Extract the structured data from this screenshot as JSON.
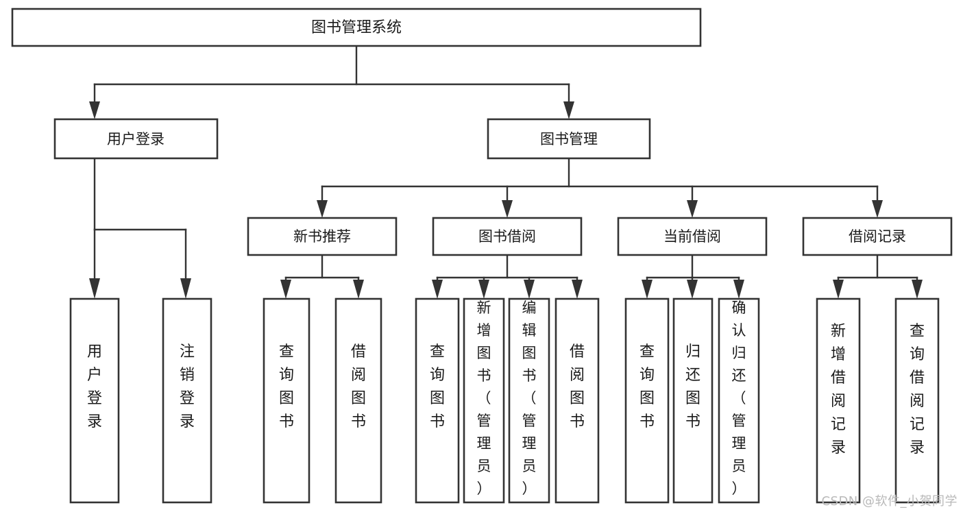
{
  "diagram": {
    "type": "tree",
    "title": "图书管理系统",
    "watermark": "CSDN @软件_小贺同学",
    "orientation": "top-down",
    "levels": 4,
    "nodes": {
      "root": {
        "label": "图书管理系统",
        "level": 1
      },
      "l2_a": {
        "label": "用户登录",
        "level": 2
      },
      "l2_b": {
        "label": "图书管理",
        "level": 2
      },
      "l3_a": {
        "label": "新书推荐",
        "level": 3
      },
      "l3_b": {
        "label": "图书借阅",
        "level": 3
      },
      "l3_c": {
        "label": "当前借阅",
        "level": 3
      },
      "l3_d": {
        "label": "借阅记录",
        "level": 3
      },
      "leaf_1": {
        "label": "用户登录",
        "level": 4,
        "parent": "用户登录"
      },
      "leaf_2": {
        "label": "注销登录",
        "level": 4,
        "parent": "用户登录"
      },
      "leaf_3": {
        "label": "查询图书",
        "level": 4,
        "parent": "新书推荐"
      },
      "leaf_4": {
        "label": "借阅图书",
        "level": 4,
        "parent": "新书推荐"
      },
      "leaf_5": {
        "label": "查询图书",
        "level": 4,
        "parent": "图书借阅"
      },
      "leaf_6": {
        "label": "新增图书（管理员）",
        "level": 4,
        "parent": "图书借阅"
      },
      "leaf_7": {
        "label": "编辑图书（管理员）",
        "level": 4,
        "parent": "图书借阅"
      },
      "leaf_8": {
        "label": "借阅图书",
        "level": 4,
        "parent": "图书借阅"
      },
      "leaf_9": {
        "label": "查询图书",
        "level": 4,
        "parent": "当前借阅"
      },
      "leaf_10": {
        "label": "归还图书",
        "level": 4,
        "parent": "当前借阅"
      },
      "leaf_11": {
        "label": "确认归还（管理员）",
        "level": 4,
        "parent": "当前借阅"
      },
      "leaf_12": {
        "label": "新增借阅记录",
        "level": 4,
        "parent": "借阅记录"
      },
      "leaf_13": {
        "label": "查询借阅记录",
        "level": 4,
        "parent": "借阅记录"
      }
    },
    "colors": {
      "box_fill": "#ffffff",
      "box_stroke": "#333333",
      "text": "#1a1a1a",
      "background": "#ffffff",
      "watermark": "#b9b9b9"
    }
  }
}
